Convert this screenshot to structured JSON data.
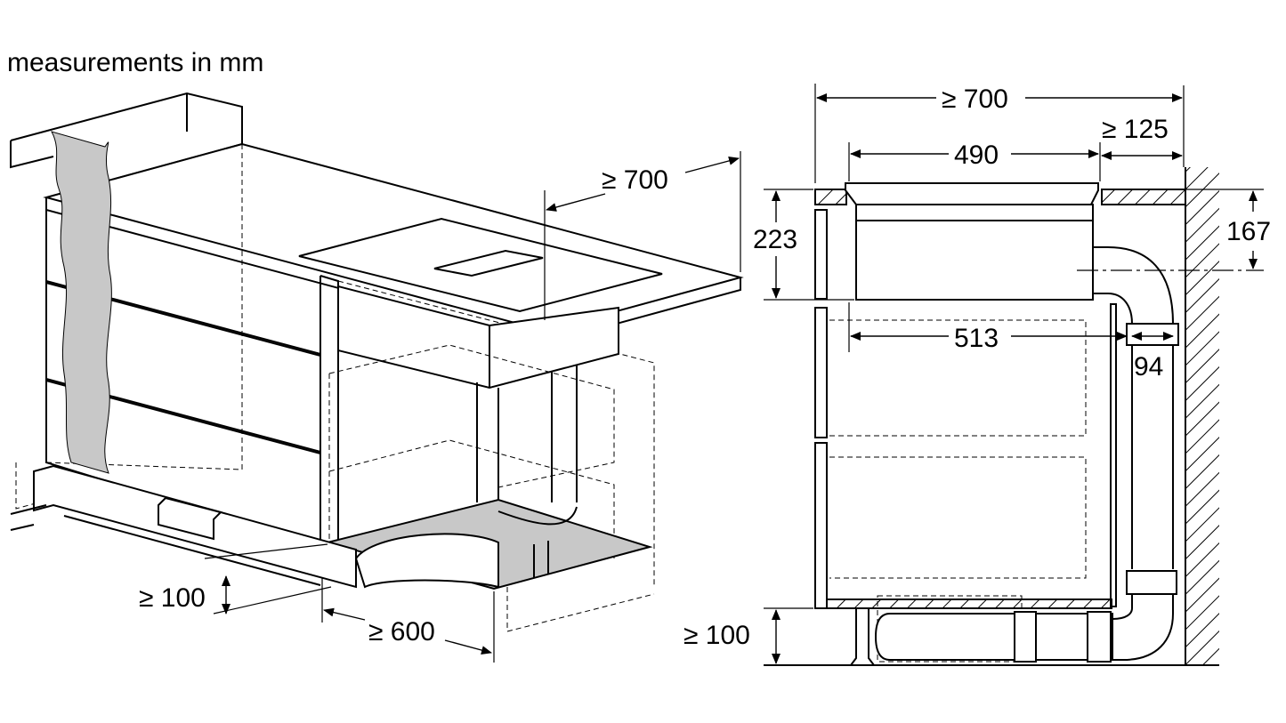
{
  "title": "measurements in mm",
  "left_view": {
    "dim_depth": "≥ 700",
    "dim_bottom_gap": "≥ 100",
    "dim_cabinet_width": "≥ 600"
  },
  "right_view": {
    "dim_total_depth": "≥ 700",
    "dim_hob_depth": "490",
    "dim_wall_gap": "≥ 125",
    "dim_unit_height": "223",
    "dim_duct_offset": "167",
    "dim_inner_depth": "513",
    "dim_duct_width": "94",
    "dim_plinth_height": "≥ 100"
  },
  "colors": {
    "ink": "#000000",
    "shade": "#c8c8c8",
    "background": "#ffffff"
  }
}
